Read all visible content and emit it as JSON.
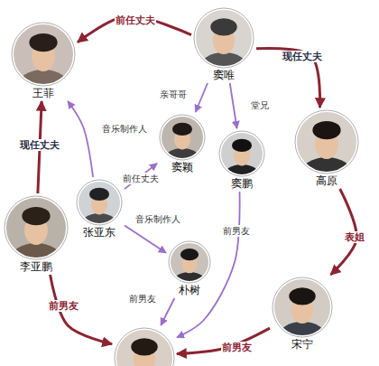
{
  "diagram": {
    "nodes": [
      {
        "text": [
          "窦唯"
        ]
      },
      {
        "text": [
          "王菲"
        ]
      },
      {
        "text": [
          "窦颖"
        ]
      },
      {
        "text": [
          "窦鹏"
        ]
      },
      {
        "text": [
          "高原"
        ]
      },
      {
        "text": [
          "张亚东"
        ]
      },
      {
        "text": [
          "李亚鹏"
        ]
      },
      {
        "text": [
          "朴树"
        ]
      },
      {
        "text": [
          "宋宁"
        ]
      },
      {
        "text": []
      }
    ],
    "edges": [
      {
        "from": 0,
        "to": 1,
        "label": "前任丈夫",
        "arrow": "to"
      },
      {
        "from": 0,
        "to": 4,
        "label": "现任丈夫",
        "arrow": "to"
      },
      {
        "from": 0,
        "to": 2,
        "label": "亲哥哥",
        "arrow": "to"
      },
      {
        "from": 0,
        "to": 3,
        "label": "堂兄",
        "arrow": "to"
      },
      {
        "from": 4,
        "to": 8,
        "label": "表姐",
        "arrow": "to"
      },
      {
        "from": 6,
        "to": 1,
        "label": "现任丈夫",
        "arrow": "to"
      },
      {
        "from": 5,
        "to": 1,
        "label": "音乐制作人",
        "arrow": "to"
      },
      {
        "from": 5,
        "to": 2,
        "label": "前任丈夫",
        "arrow": "to"
      },
      {
        "from": 5,
        "to": 7,
        "label": "音乐制作人",
        "arrow": "to"
      },
      {
        "from": 6,
        "to": 9,
        "label": "前男友",
        "arrow": "to"
      },
      {
        "from": 3,
        "to": 9,
        "label": "前男友",
        "arrow": "to"
      },
      {
        "from": 7,
        "to": 9,
        "label": "前男友",
        "arrow": "to"
      },
      {
        "from": 8,
        "to": 9,
        "label": "前男友",
        "arrow": "to"
      }
    ]
  }
}
